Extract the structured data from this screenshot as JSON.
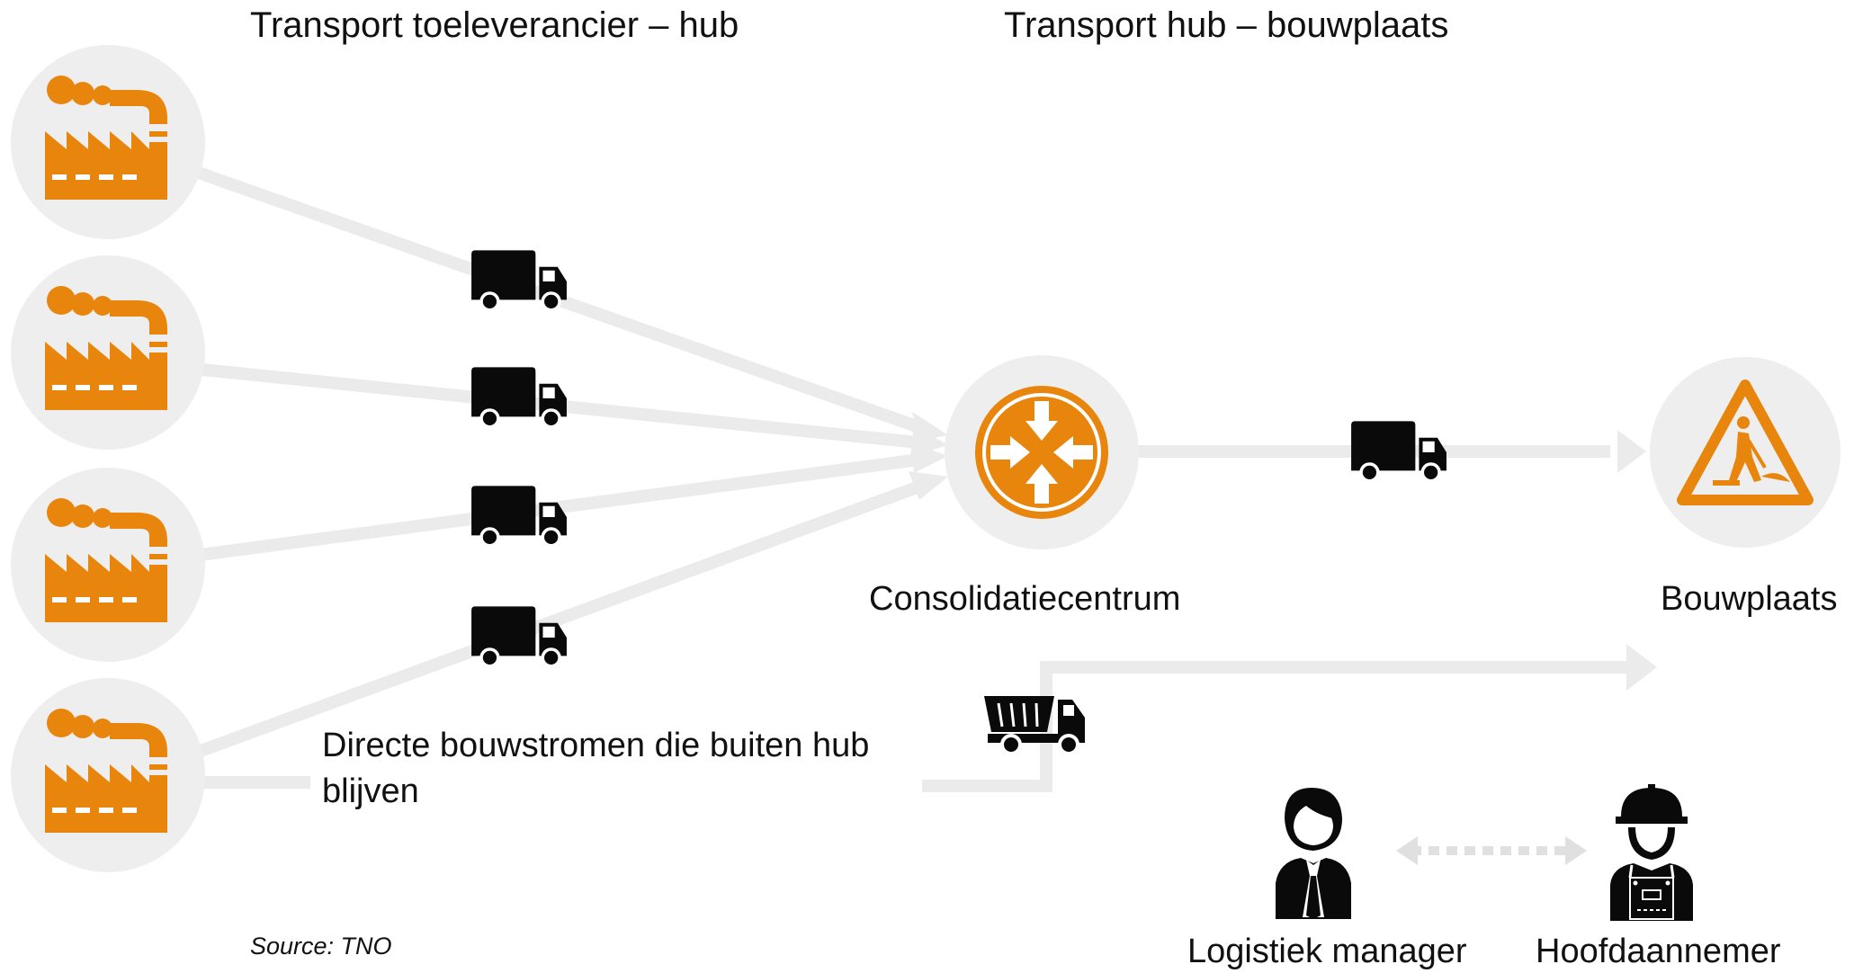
{
  "headings": {
    "supplier_to_hub": "Transport toeleverancier – hub",
    "hub_to_site": "Transport hub – bouwplaats"
  },
  "nodes": {
    "suppliers": {
      "count": 4,
      "icon": "factory-icon"
    },
    "hub": {
      "label": "Consolidatiecentrum",
      "icon": "consolidation-arrows-icon"
    },
    "site": {
      "label": "Bouwplaats",
      "icon": "construction-warning-icon"
    }
  },
  "vehicles": {
    "delivery_truck_icon": "truck-icon",
    "direct_truck_icon": "dump-truck-icon"
  },
  "direct_flow": {
    "label": "Directe bouwstromen die buiten hub blijven"
  },
  "people": {
    "logistics_manager": {
      "label": "Logistiek manager",
      "icon": "manager-icon"
    },
    "main_contractor": {
      "label": "Hoofdaannemer",
      "icon": "construction-worker-icon"
    }
  },
  "source": "Source: TNO",
  "colors": {
    "accent_orange": "#E8850C",
    "circle_bg": "#EEEEEE",
    "flow_line": "#EBEBEB",
    "icon_black": "#0A0A0A",
    "text": "#111111"
  }
}
